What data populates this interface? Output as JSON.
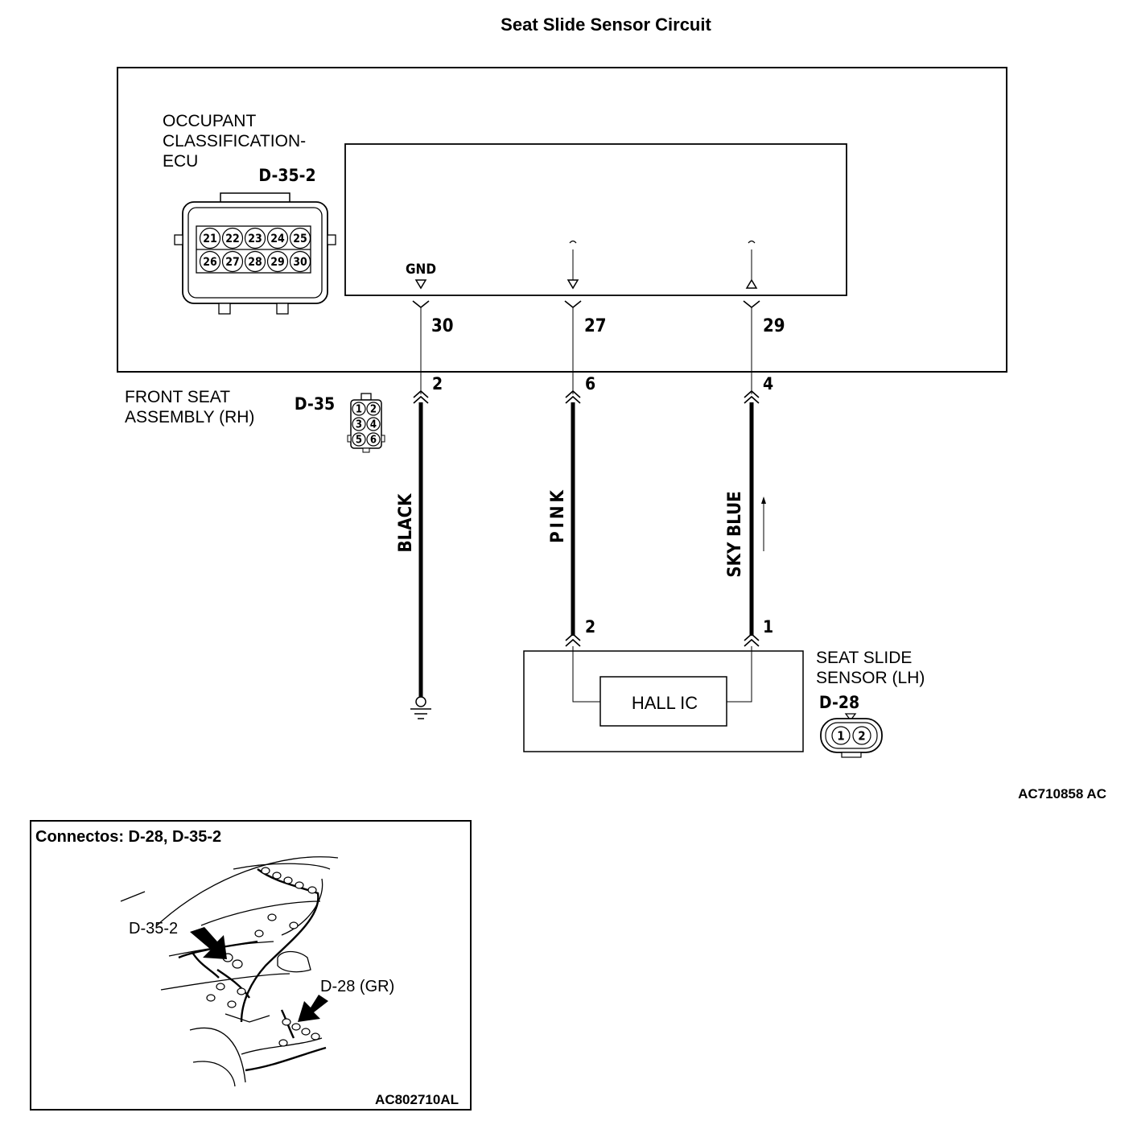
{
  "title": "Seat Slide Sensor Circuit",
  "ecu": {
    "label_lines": [
      "OCCUPANT",
      "CLASSIFICATION-",
      "ECU"
    ],
    "connector_id": "D-35-2",
    "connector_pins_row1": [
      "21",
      "22",
      "23",
      "24",
      "25"
    ],
    "connector_pins_row2": [
      "26",
      "27",
      "28",
      "29",
      "30"
    ],
    "gnd_label": "GND",
    "terminals": [
      "30",
      "27",
      "29"
    ]
  },
  "front_seat": {
    "label_lines": [
      "FRONT SEAT",
      "ASSEMBLY (RH)"
    ],
    "connector_id": "D-35",
    "connector_pins": [
      "1",
      "2",
      "3",
      "4",
      "5",
      "6"
    ],
    "terminals": [
      "2",
      "6",
      "4"
    ]
  },
  "wires": {
    "black": "BLACK",
    "pink": "PINK",
    "sky_blue": "SKY BLUE"
  },
  "sensor": {
    "label_lines": [
      "SEAT SLIDE",
      "SENSOR (LH)"
    ],
    "connector_id": "D-28",
    "connector_pins": [
      "1",
      "2"
    ],
    "ic_label": "HALL IC",
    "terminals": [
      "2",
      "1"
    ]
  },
  "figure_code": "AC710858 AC",
  "inset": {
    "title": "Connectos: D-28, D-35-2",
    "callout_d35_2": "D-35-2",
    "callout_d28": "D-28 (GR)",
    "figure_code": "AC802710AL"
  }
}
